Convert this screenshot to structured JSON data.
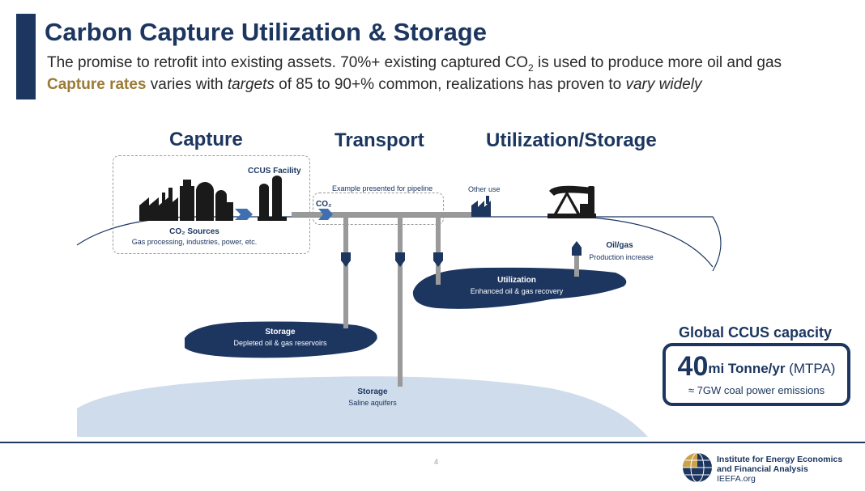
{
  "header": {
    "title": "Carbon Capture Utilization & Storage",
    "line1_text": "The promise to retrofit into existing assets. 70%+ existing captured CO",
    "line1_sub": "2",
    "line1_tail": " is used to produce more oil and gas",
    "line2_highlight": "Capture rates",
    "line2_a": " varies with ",
    "line2_b": "targets",
    "line2_c": " of 85 to 90+% common, realizations has proven to ",
    "line2_d": "vary widely"
  },
  "stages": {
    "capture": "Capture",
    "transport": "Transport",
    "utilization_storage": "Utilization/Storage"
  },
  "diagram": {
    "ccus_facility": "CCUS Facility",
    "co2_sources_title": "CO₂ Sources",
    "co2_sources_desc": "Gas processing, industries, power, etc.",
    "pipeline_note": "Example presented for pipeline",
    "co2_tag": "CO₂",
    "other_use": "Other use",
    "oil_gas_title": "Oil/gas",
    "oil_gas_desc": "Production increase",
    "utilization_title": "Utilization",
    "utilization_desc": "Enhanced oil & gas recovery",
    "storage1_title": "Storage",
    "storage1_desc": "Depleted oil & gas reservoirs",
    "storage2_title": "Storage",
    "storage2_desc": "Saline aquifers"
  },
  "capacity": {
    "title": "Global CCUS capacity",
    "number": "40",
    "unit": "mi Tonne/yr",
    "unit_note": " (MTPA)",
    "equivalent": "≈ 7GW coal power emissions"
  },
  "footer": {
    "page_number": "4",
    "org_line1": "Institute for Energy Economics",
    "org_line2": "and Financial Analysis",
    "org_url": "IEEFA.org"
  },
  "colors": {
    "navy": "#1c3660",
    "gold": "#9b7a35",
    "pipe_gray": "#9a9a9a",
    "aquifer_blue": "#cfdcec"
  }
}
